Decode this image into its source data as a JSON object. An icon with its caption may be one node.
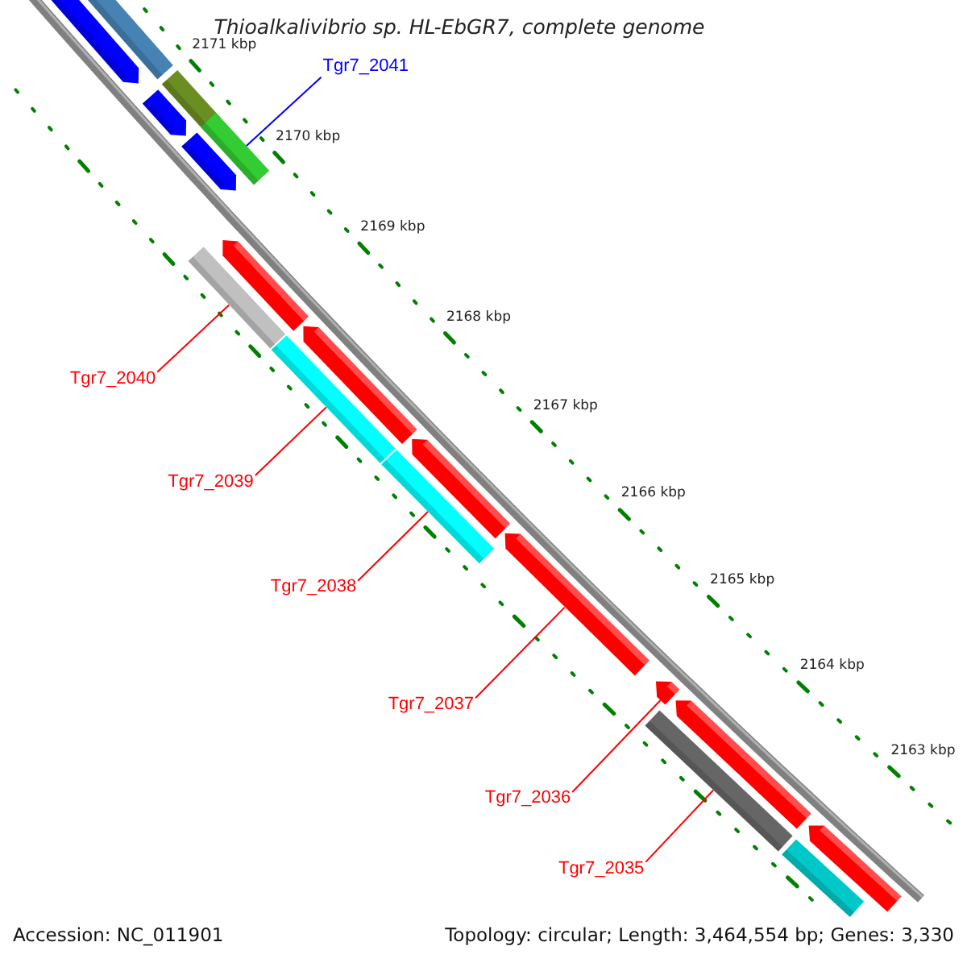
{
  "diagram": {
    "title": "Thioalkalivibrio sp. HL-EbGR7, complete genome",
    "nodes": [
      {
        "text": [
          "Tgr7_2041"
        ]
      },
      {
        "text": [
          "Tgr7_2040"
        ]
      },
      {
        "text": [
          "Tgr7_2039"
        ]
      },
      {
        "text": [
          "Tgr7_2038"
        ]
      },
      {
        "text": [
          "Tgr7_2037"
        ]
      },
      {
        "text": [
          "Tgr7_2036"
        ]
      },
      {
        "text": [
          "Tgr7_2035"
        ]
      },
      {
        "text": [],
        "shape": "arrow"
      },
      {
        "text": [],
        "shape": "bar"
      },
      {
        "text": [],
        "shape": "bar"
      },
      {
        "text": [],
        "shape": "arrow"
      },
      {
        "text": [],
        "shape": "bar"
      },
      {
        "text": [],
        "shape": "arrow"
      },
      {
        "text": [],
        "shape": "bar"
      },
      {
        "text": [],
        "shape": "arrow"
      },
      {
        "text": [],
        "shape": "bar"
      },
      {
        "text": [],
        "shape": "arrow"
      },
      {
        "text": [],
        "shape": "bar"
      },
      {
        "text": [],
        "shape": "arrow"
      },
      {
        "text": [],
        "shape": "arrow"
      },
      {
        "text": [],
        "shape": "arrow"
      },
      {
        "text": [],
        "shape": "bar"
      },
      {
        "text": [],
        "shape": "arrow"
      },
      {
        "text": [],
        "shape": "arrow"
      },
      {
        "text": [],
        "shape": "bar"
      }
    ],
    "edges": [
      {
        "from": 0,
        "to": 11,
        "arrow": "none",
        "color": "#0000ff"
      },
      {
        "from": 1,
        "to": 13,
        "arrow": "none"
      },
      {
        "from": 2,
        "to": 15,
        "arrow": "none"
      },
      {
        "from": 3,
        "to": 17,
        "arrow": "none"
      },
      {
        "from": 4,
        "to": 19,
        "arrow": "none"
      },
      {
        "from": 5,
        "to": 20,
        "arrow": "none"
      },
      {
        "from": 6,
        "to": 21,
        "arrow": "none"
      }
    ],
    "labels": [
      "2171 kbp",
      "2170 kbp",
      "2169 kbp",
      "2168 kbp",
      "2167 kbp",
      "2166 kbp",
      "2165 kbp",
      "2164 kbp",
      "2163 kbp",
      "Accession: NC_011901",
      "Topology: circular; Length: 3,464,554 bp; Genes: 3,330"
    ]
  }
}
